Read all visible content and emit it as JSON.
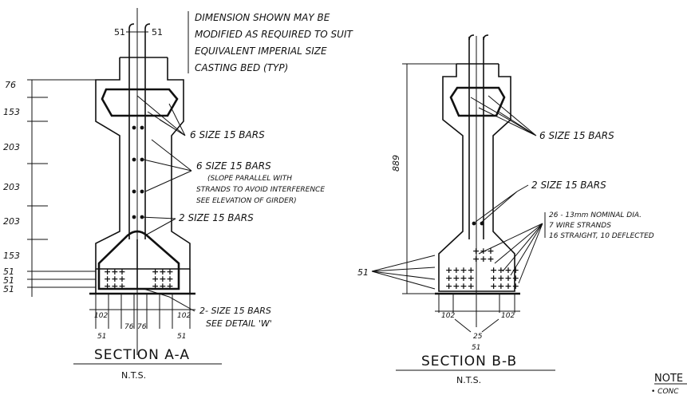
{
  "section_a": {
    "title": "SECTION A-A",
    "scale": "N.T.S.",
    "top_dims": [
      "51",
      "51"
    ],
    "note_lines": [
      "DIMENSION SHOWN MAY BE",
      "MODIFIED AS REQUIRED TO SUIT",
      "EQUIVALENT IMPERIAL SIZE",
      "CASTING BED (TYP)"
    ],
    "left_dims": [
      "76",
      "153",
      "203",
      "203",
      "203",
      "153",
      "51",
      "51",
      "51"
    ],
    "callout_top": "6 SIZE 15 BARS",
    "callout_mid": "6 SIZE 15 BARS",
    "callout_mid_sub": [
      "(SLOPE PARALLEL WITH",
      "STRANDS TO AVOID INTERFERENCE",
      "SEE ELEVATION OF GIRDER)"
    ],
    "callout_low": "2 SIZE 15 BARS",
    "callout_bottom": [
      "2- SIZE 15 BARS",
      "SEE DETAIL 'W'"
    ],
    "bottom_dims": [
      "102",
      "76",
      "76",
      "102",
      "51",
      "51"
    ]
  },
  "section_b": {
    "title": "SECTION B-B",
    "scale": "N.T.S.",
    "height_dim": "889",
    "callout_top": "6 SIZE 15 BARS",
    "callout_mid": "2 SIZE 15 BARS",
    "strand_note": [
      "26 - 13mm NOMINAL DIA.",
      "7 WIRE STRANDS",
      "16 STRAIGHT, 10 DEFLECTED"
    ],
    "left_dim": "51",
    "bottom_dims": [
      "102",
      "102",
      "25",
      "51"
    ]
  },
  "notes": {
    "heading": "NOTE",
    "line1": "• CONC"
  }
}
